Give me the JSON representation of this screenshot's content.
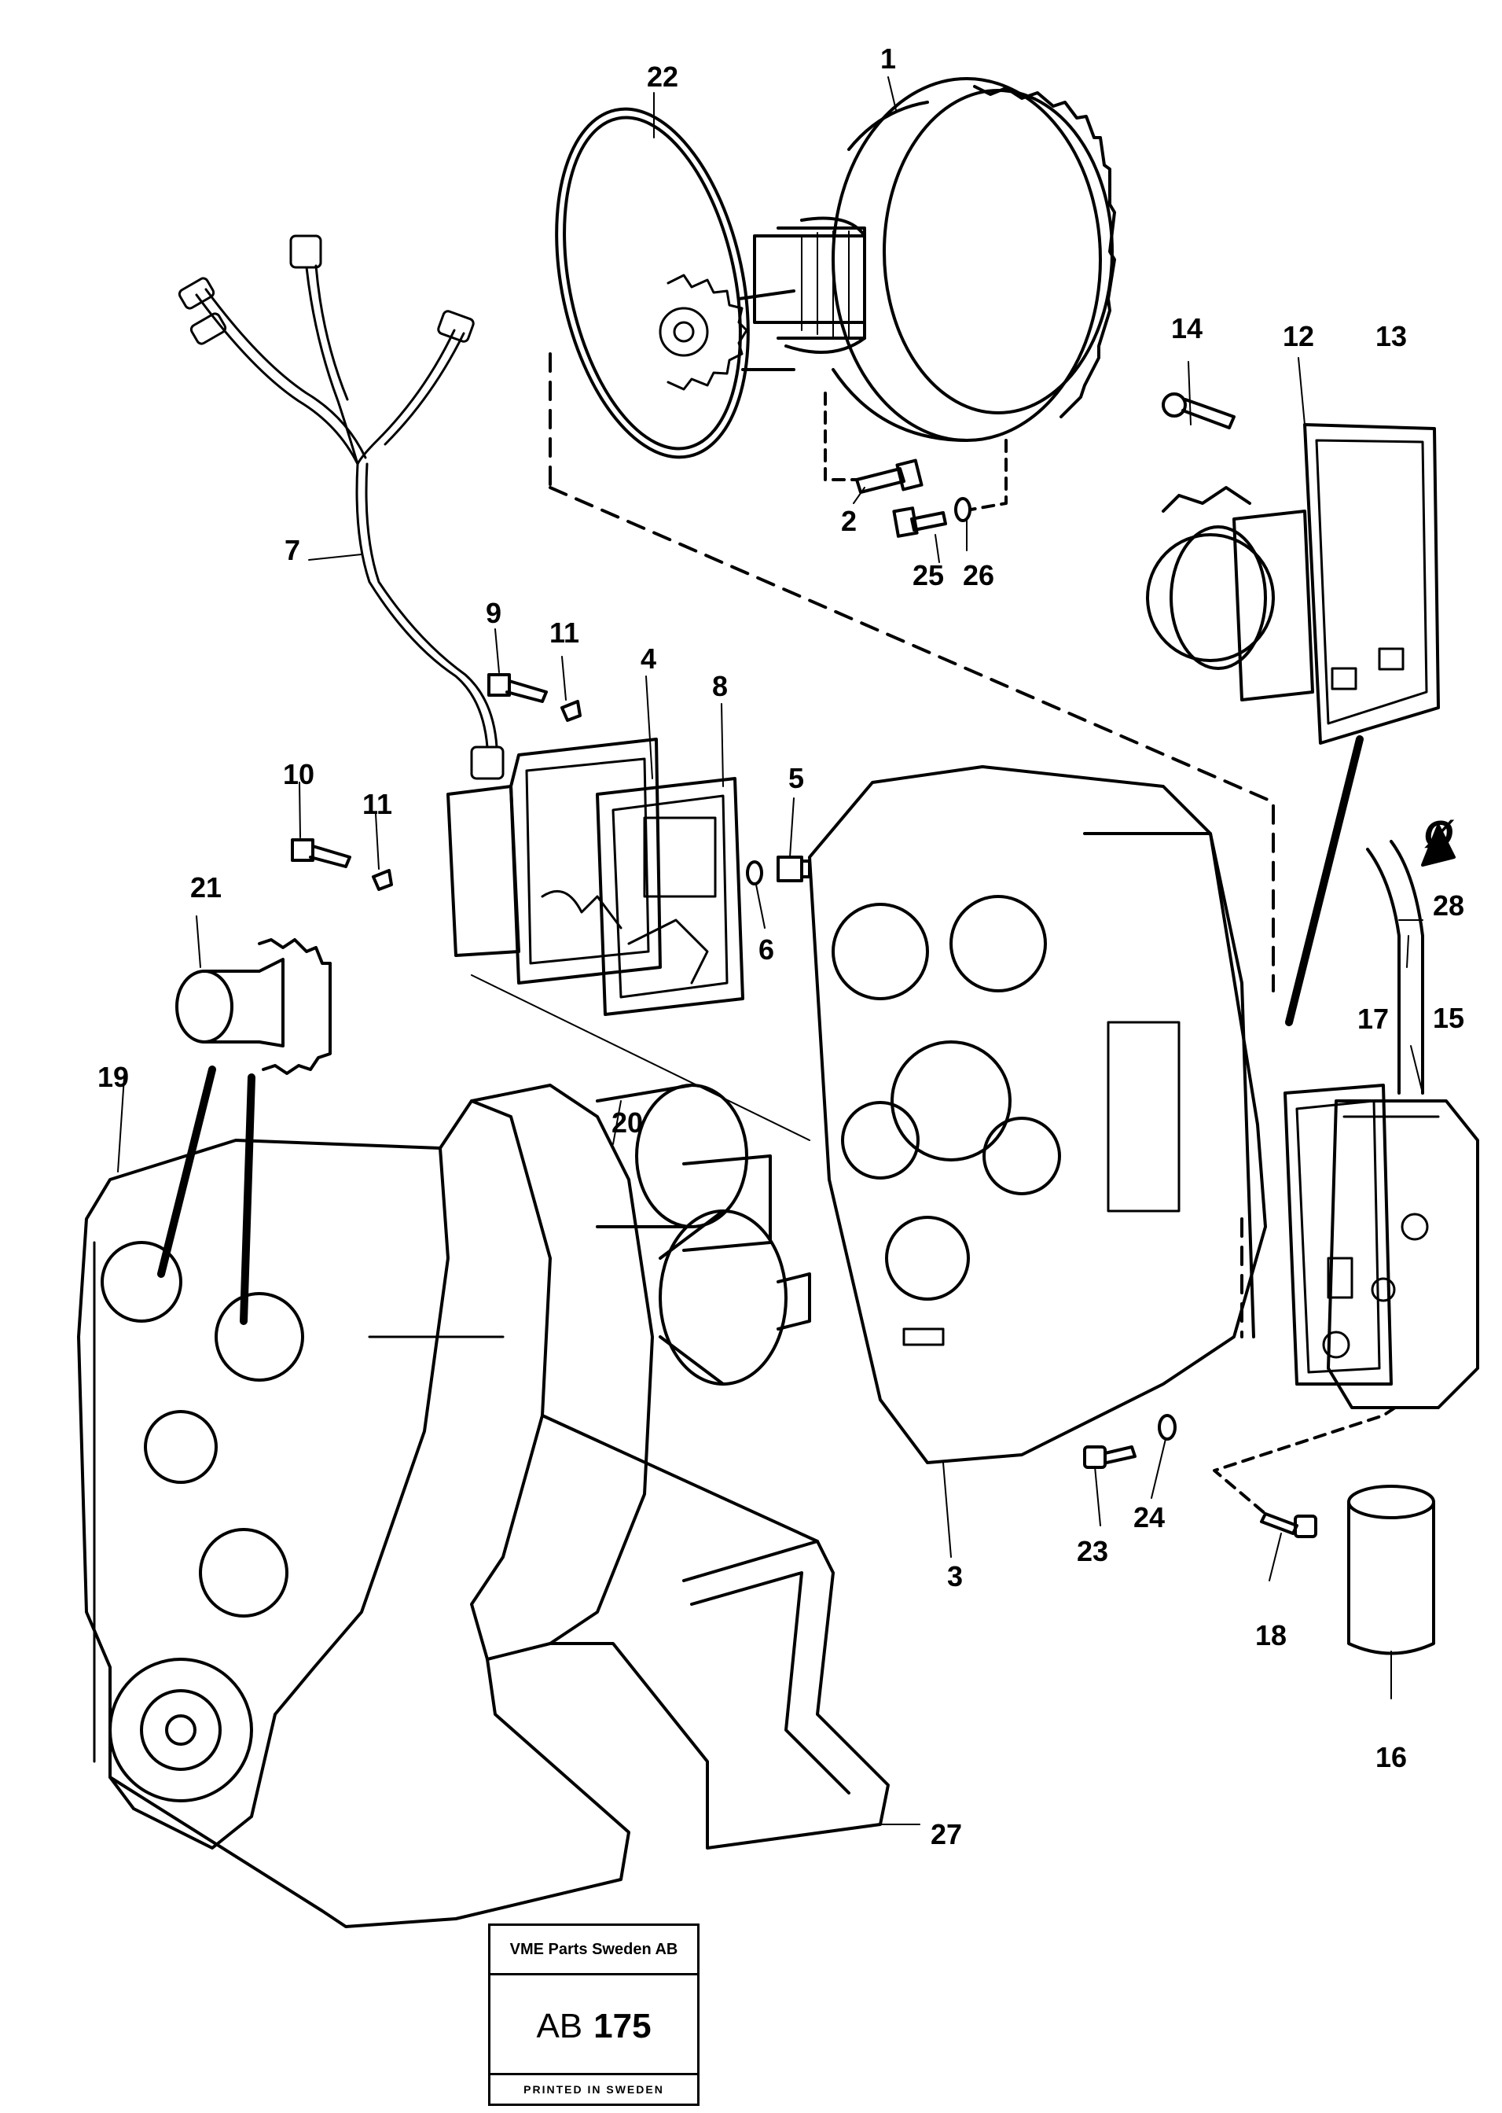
{
  "callouts": {
    "c1": "1",
    "c2": "2",
    "c3": "3",
    "c4": "4",
    "c5": "5",
    "c6": "6",
    "c7": "7",
    "c8": "8",
    "c9": "9",
    "c10": "10",
    "c11a": "11",
    "c11b": "11",
    "c12": "12",
    "c13": "13",
    "c14": "14",
    "c15": "15",
    "c16": "16",
    "c17": "17",
    "c18": "18",
    "c19": "19",
    "c20": "20",
    "c21": "21",
    "c22": "22",
    "c23": "23",
    "c24": "24",
    "c25": "25",
    "c26": "26",
    "c27": "27",
    "c28": "28",
    "sym": "Ø"
  },
  "title_block": {
    "company": "VME Parts Sweden AB",
    "code_prefix": "AB",
    "code_number": "175",
    "footer": "PRINTED IN SWEDEN"
  },
  "colors": {
    "ink": "#000000",
    "paper": "#ffffff"
  }
}
